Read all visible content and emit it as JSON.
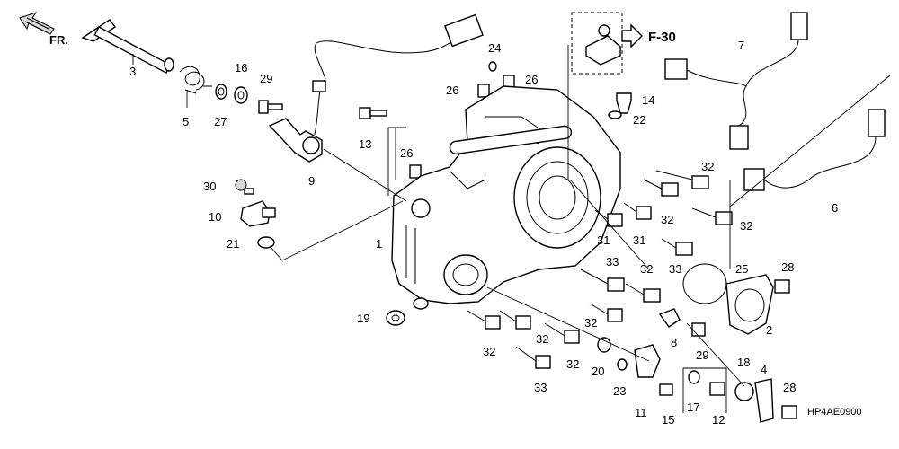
{
  "diagram": {
    "direction_label": "FR.",
    "reference": "F-30",
    "code": "HP4AE0900",
    "callouts": [
      {
        "id": "c3",
        "text": "3"
      },
      {
        "id": "c5",
        "text": "5"
      },
      {
        "id": "c27",
        "text": "27"
      },
      {
        "id": "c16",
        "text": "16"
      },
      {
        "id": "c29a",
        "text": "29"
      },
      {
        "id": "c9",
        "text": "9"
      },
      {
        "id": "c13",
        "text": "13"
      },
      {
        "id": "c26a",
        "text": "26"
      },
      {
        "id": "c26b",
        "text": "26"
      },
      {
        "id": "c24",
        "text": "24"
      },
      {
        "id": "c26c",
        "text": "26"
      },
      {
        "id": "c30",
        "text": "30"
      },
      {
        "id": "c10",
        "text": "10"
      },
      {
        "id": "c21",
        "text": "21"
      },
      {
        "id": "c1",
        "text": "1"
      },
      {
        "id": "c19",
        "text": "19"
      },
      {
        "id": "c14",
        "text": "14"
      },
      {
        "id": "c22",
        "text": "22"
      },
      {
        "id": "c7",
        "text": "7"
      },
      {
        "id": "c6",
        "text": "6"
      },
      {
        "id": "c32a",
        "text": "32"
      },
      {
        "id": "c32b",
        "text": "32"
      },
      {
        "id": "c32c",
        "text": "32"
      },
      {
        "id": "c31a",
        "text": "31"
      },
      {
        "id": "c31b",
        "text": "31"
      },
      {
        "id": "c33a",
        "text": "33"
      },
      {
        "id": "c33b",
        "text": "33"
      },
      {
        "id": "c32d",
        "text": "32"
      },
      {
        "id": "c25",
        "text": "25"
      },
      {
        "id": "c28a",
        "text": "28"
      },
      {
        "id": "c32e",
        "text": "32"
      },
      {
        "id": "c8",
        "text": "8"
      },
      {
        "id": "c2",
        "text": "2"
      },
      {
        "id": "c29b",
        "text": "29"
      },
      {
        "id": "c32f",
        "text": "32"
      },
      {
        "id": "c32g",
        "text": "32"
      },
      {
        "id": "c32h",
        "text": "32"
      },
      {
        "id": "c20",
        "text": "20"
      },
      {
        "id": "c33c",
        "text": "33"
      },
      {
        "id": "c23",
        "text": "23"
      },
      {
        "id": "c11",
        "text": "11"
      },
      {
        "id": "c15",
        "text": "15"
      },
      {
        "id": "c17",
        "text": "17"
      },
      {
        "id": "c12",
        "text": "12"
      },
      {
        "id": "c18",
        "text": "18"
      },
      {
        "id": "c4",
        "text": "4"
      },
      {
        "id": "c28b",
        "text": "28"
      }
    ]
  }
}
